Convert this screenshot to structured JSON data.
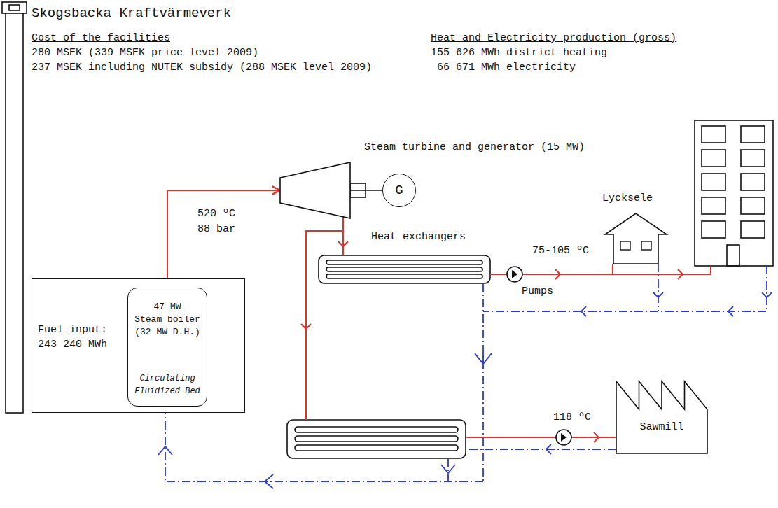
{
  "diagram": {
    "title": "Skogsbacka Kraftvärmeverk",
    "nodes": [
      {
        "text": [
          "Fuel input: 243 240 MWh"
        ]
      },
      {
        "text": [
          "47 MW",
          "Steam boiler",
          "(32 MW D.H.)",
          "Circulating Fluidized Bed"
        ],
        "in": 0
      },
      {
        "text": [
          "Steam turbine and generator (15 MW)"
        ]
      },
      {
        "text": [
          "G"
        ]
      },
      {
        "text": [
          "Lycksele"
        ]
      },
      {
        "text": [
          "Sawmill"
        ]
      }
    ],
    "edges": [
      {
        "from": 1,
        "to": 2,
        "arrow": "to"
      },
      {
        "from": 2,
        "to": 3,
        "arrow": "none"
      }
    ],
    "labels": [
      "Cost of the facilities",
      "280 MSEK (339 MSEK price level 2009)",
      "237 MSEK including NUTEK subsidy (288 MSEK level 2009)",
      "Heat and Electricity production (gross)",
      "155 626 MWh district heating",
      "66 671 MWh electricity",
      "520 ºC",
      "88 bar",
      "Heat exchangers",
      "75-105 ºC",
      "Pumps",
      "118 ºC"
    ]
  }
}
